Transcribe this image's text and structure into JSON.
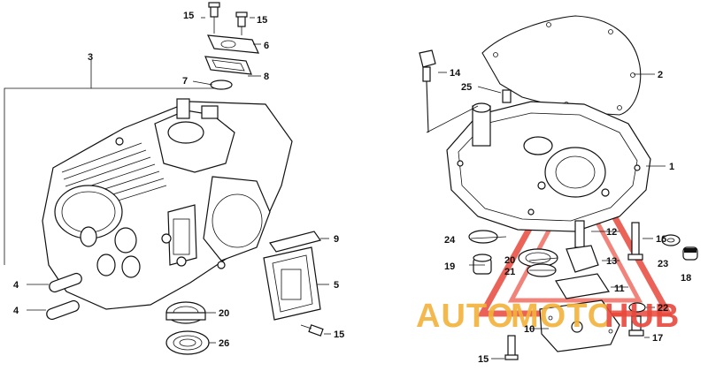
{
  "callouts": {
    "c1": "1",
    "c2": "2",
    "c3": "3",
    "c4a": "4",
    "c4b": "4",
    "c5": "5",
    "c6": "6",
    "c7": "7",
    "c8": "8",
    "c9": "9",
    "c10": "10",
    "c11": "11",
    "c12": "12",
    "c13": "13",
    "c14": "14",
    "c15a": "15",
    "c15b": "15",
    "c15c": "15",
    "c15d": "15",
    "c16": "16",
    "c17": "17",
    "c18": "18",
    "c19": "19",
    "c20a": "20",
    "c20b": "20",
    "c21": "21",
    "c22": "22",
    "c23": "23",
    "c24": "24",
    "c25": "25",
    "c26": "26"
  },
  "watermark": {
    "auto": "AUTO",
    "moto": "MOTO",
    "hub": "HUB",
    "color_primary": "#e8483c",
    "color_secondary": "#f3b23a"
  }
}
